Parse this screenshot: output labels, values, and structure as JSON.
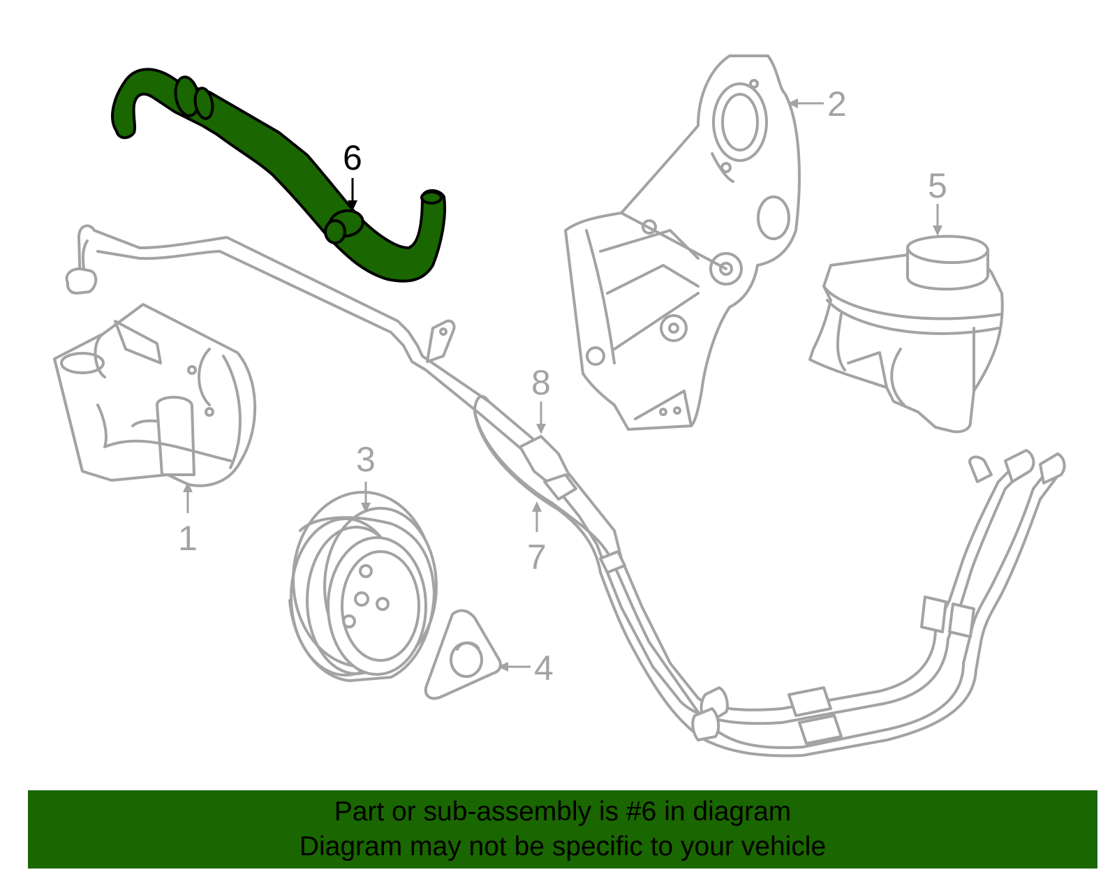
{
  "colors": {
    "highlight": "#1a6600",
    "outline": "#a3a3a3",
    "highlight_label": "#000000",
    "banner_text": "#000000"
  },
  "callouts": [
    {
      "id": "1",
      "label": "1"
    },
    {
      "id": "2",
      "label": "2"
    },
    {
      "id": "3",
      "label": "3"
    },
    {
      "id": "4",
      "label": "4"
    },
    {
      "id": "5",
      "label": "5"
    },
    {
      "id": "6",
      "label": "6",
      "highlighted": true
    },
    {
      "id": "7",
      "label": "7"
    },
    {
      "id": "8",
      "label": "8"
    }
  ],
  "banner": {
    "line1": "Part or sub-assembly is #6 in diagram",
    "line2": "Diagram may not be specific to your vehicle"
  }
}
